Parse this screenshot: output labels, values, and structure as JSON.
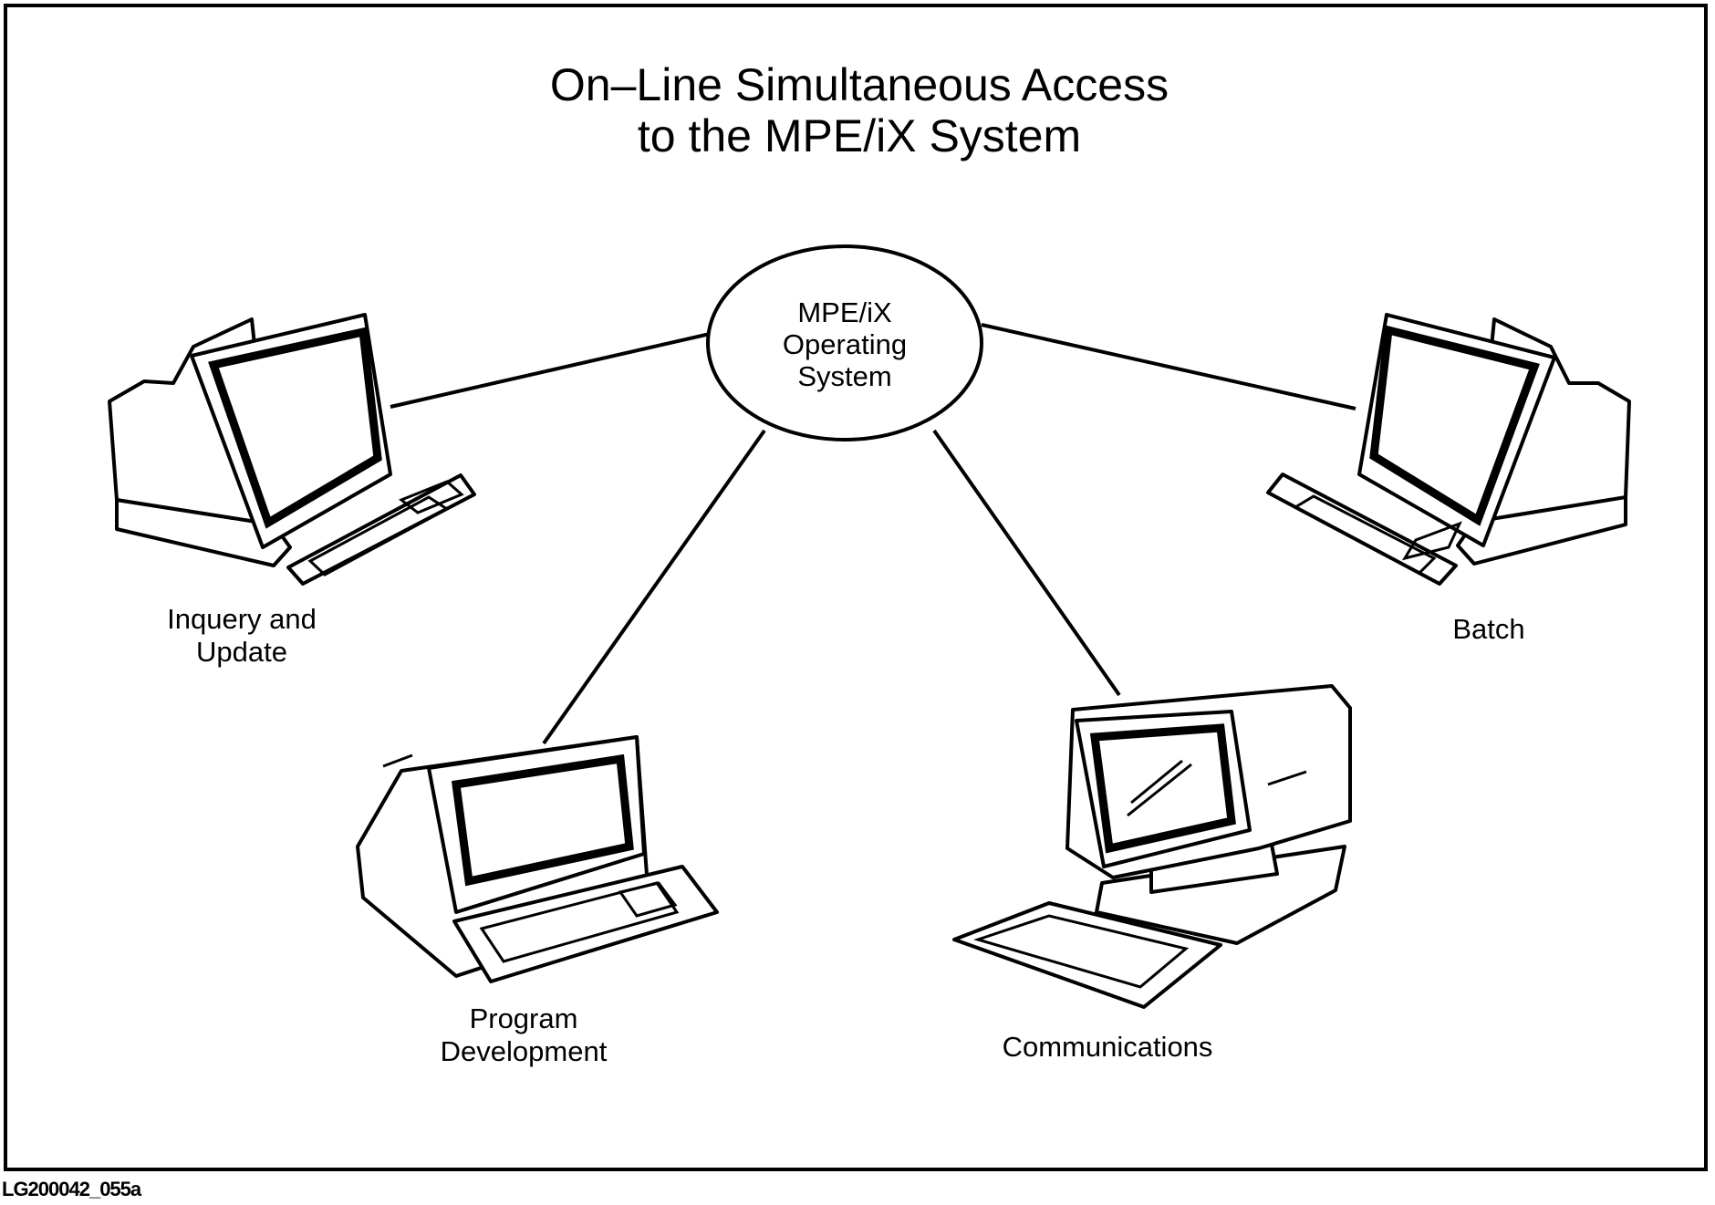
{
  "title": {
    "line1": "On–Line Simultaneous Access",
    "line2": "to the MPE/iX System"
  },
  "hub": {
    "line1": "MPE/iX",
    "line2": "Operating",
    "line3": "System"
  },
  "nodes": {
    "inquery": {
      "line1": "Inquery and",
      "line2": "Update"
    },
    "program": {
      "line1": "Program",
      "line2": "Development"
    },
    "communications": {
      "line1": "Communications"
    },
    "batch": {
      "line1": "Batch"
    }
  },
  "figure_id": "LG200042_055a"
}
